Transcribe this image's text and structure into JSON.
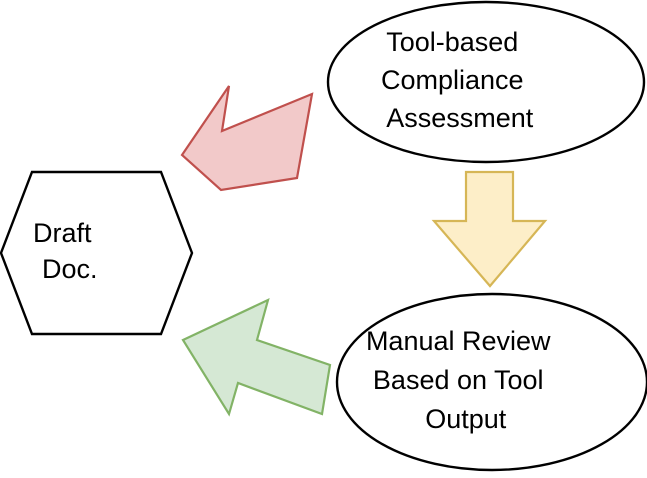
{
  "diagram": {
    "background_color": "#ffffff",
    "nodes": [
      {
        "id": "draft-doc",
        "shape": "hexagon",
        "lines": [
          "Draft",
          "Doc."
        ],
        "text": "Draft Doc.",
        "fill": "#ffffff",
        "stroke": "#000000"
      },
      {
        "id": "tool-assessment",
        "shape": "ellipse",
        "lines": [
          "Tool-based",
          "Compliance",
          "Assessment"
        ],
        "text": "Tool-based Compliance Assessment",
        "fill": "#ffffff",
        "stroke": "#000000"
      },
      {
        "id": "manual-review",
        "shape": "ellipse",
        "lines": [
          "Manual Review",
          "Based on Tool",
          "Output"
        ],
        "text": "Manual Review Based on Tool Output",
        "fill": "#ffffff",
        "stroke": "#000000"
      }
    ],
    "arrows": [
      {
        "id": "arrow-draft-to-tool",
        "direction": "up-right",
        "from": "draft-doc",
        "to": "tool-assessment",
        "fill": "#f2c9c9",
        "stroke": "#c0504d",
        "label": ""
      },
      {
        "id": "arrow-tool-to-review",
        "direction": "down",
        "from": "tool-assessment",
        "to": "manual-review",
        "fill": "#fdeec8",
        "stroke": "#d6b656",
        "label": ""
      },
      {
        "id": "arrow-review-to-draft",
        "direction": "up-left",
        "from": "manual-review",
        "to": "draft-doc",
        "fill": "#d5e8d4",
        "stroke": "#82b366",
        "label": ""
      }
    ]
  }
}
